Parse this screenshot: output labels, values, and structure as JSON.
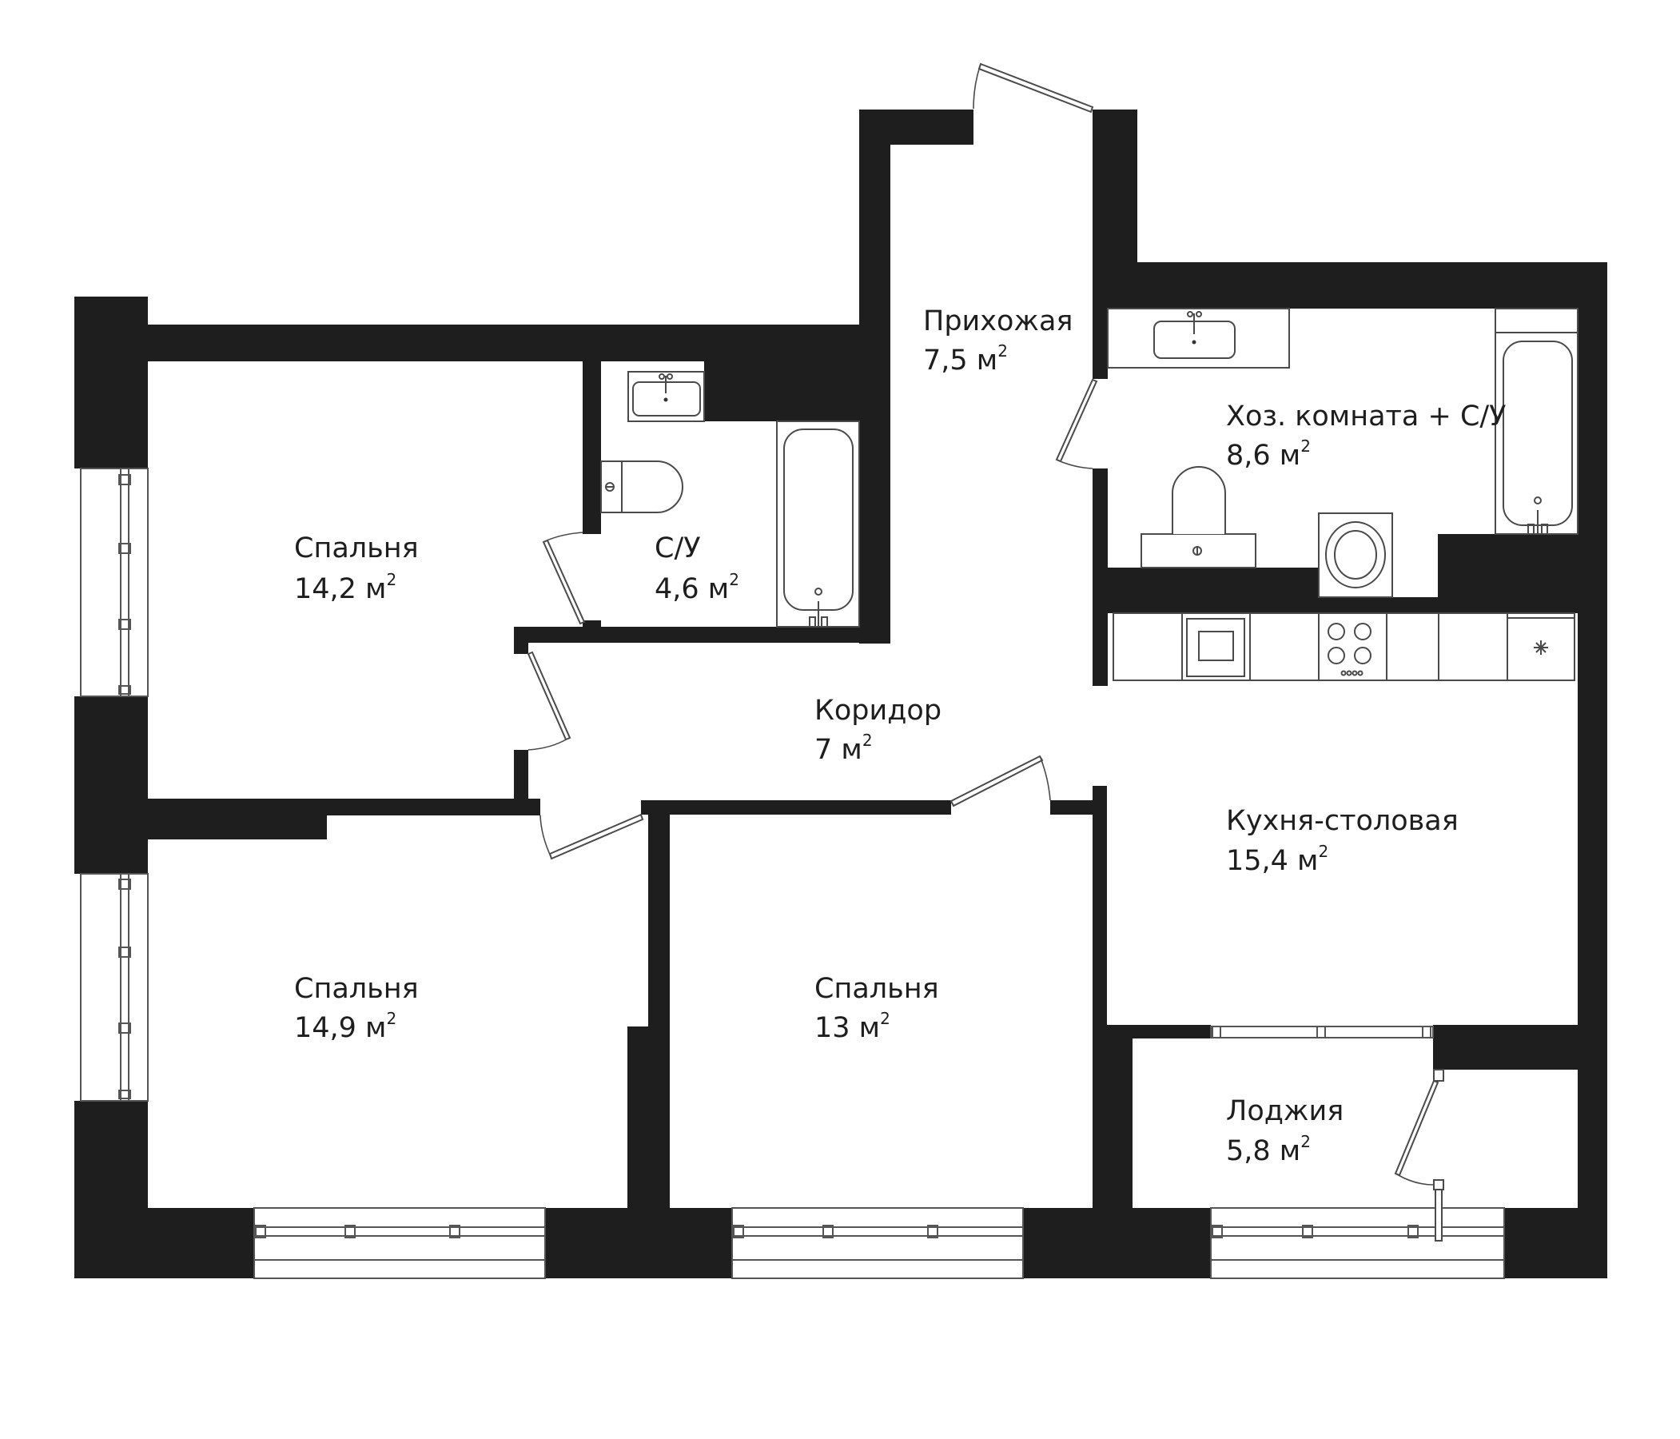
{
  "plan": {
    "wall_color": "#1e1e1e",
    "background": "#ffffff",
    "unit": "м",
    "unit_power": "2"
  },
  "rooms": [
    {
      "id": "bedroom-1",
      "label": "Спальня",
      "area": "14,2 м",
      "area_value": 14.2
    },
    {
      "id": "bathroom",
      "label": "С/У",
      "area": "4,6 м",
      "area_value": 4.6
    },
    {
      "id": "hallway",
      "label": "Прихожая",
      "area": "7,5 м",
      "area_value": 7.5
    },
    {
      "id": "utility-bathroom",
      "label": "Хоз. комната + С/У",
      "area": "8,6 м",
      "area_value": 8.6
    },
    {
      "id": "corridor",
      "label": "Коридор",
      "area": "7 м",
      "area_value": 7
    },
    {
      "id": "kitchen-dining",
      "label": "Кухня-столовая",
      "area": "15,4 м",
      "area_value": 15.4
    },
    {
      "id": "bedroom-2",
      "label": "Спальня",
      "area": "14,9 м",
      "area_value": 14.9
    },
    {
      "id": "bedroom-3",
      "label": "Спальня",
      "area": "13 м",
      "area_value": 13
    },
    {
      "id": "loggia",
      "label": "Лоджия",
      "area": "5,8 м",
      "area_value": 5.8
    }
  ],
  "fixtures": {
    "bathroom": [
      "sink",
      "toilet",
      "bathtub"
    ],
    "utility": [
      "sink",
      "toilet",
      "washing-machine",
      "bathtub"
    ],
    "kitchen": [
      "counter",
      "oven",
      "cooktop",
      "fridge"
    ]
  }
}
